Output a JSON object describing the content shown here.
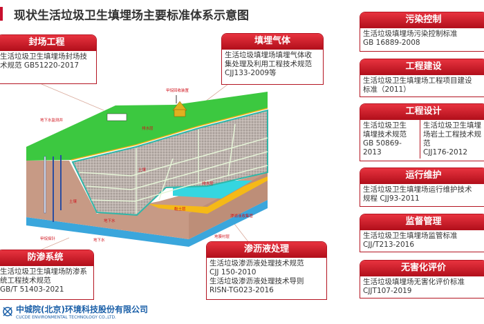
{
  "title": "现状生活垃圾卫生填埋场主要标准体系示意图",
  "accent": "#c8102e",
  "cards": {
    "closure": {
      "title": "封场工程",
      "body": "生活垃圾卫生填埋场封场技\n术规范 GB51220-2017"
    },
    "gas": {
      "title": "填埋气体",
      "body": "生活垃圾填埋场填埋气体收\n集处理及利用工程技术规范\nCJJ133-2009等"
    },
    "pollution": {
      "title": "污染控制",
      "body": "生活垃圾填埋场污染控制标准\nGB 16889-2008"
    },
    "construction": {
      "title": "工程建设",
      "body": "生活垃圾卫生填埋场工程项目建设\n标准（2011）"
    },
    "design": {
      "title": "工程设计",
      "body_left": "生活垃圾卫生\n填埋技术规范\nGB 50869-\n2013",
      "body_right": "生活垃圾卫生填埋\n场岩土工程技术规\n范\nCJJ176-2012"
    },
    "operation": {
      "title": "运行维护",
      "body": "生活垃圾卫生填埋场运行维护技术\n规程 CJJ93-2011"
    },
    "supervision": {
      "title": "监督管理",
      "body": "生活垃圾卫生填埋场监管标准\nCJJ/T213-2016"
    },
    "harmless": {
      "title": "无害化评价",
      "body": "生活垃圾填埋场无害化评价标准\nCJJT107-2019"
    },
    "seepage": {
      "title": "防渗系统",
      "body": "生活垃圾卫生填埋场防渗系\n统工程技术规范\nGB/T 51403-2021"
    },
    "leachate": {
      "title": "渗沥液处理",
      "body": "生活垃圾渗沥液处理技术规范\nCJJ 150-2010\n生活垃圾渗沥液处理技术导则\nRISN-TG023-2016"
    }
  },
  "diagram_labels": {
    "methane_device": "甲烷回收装置",
    "drain": "排水层",
    "drain2": "排水层",
    "soil": "土壤",
    "soil2": "土壤",
    "clay": "黏土层",
    "groundwater": "地下水",
    "groundwater2": "地下水",
    "probe": "甲烷探针",
    "well": "地下水监测井",
    "pipe": "渗滤液收集管",
    "liner": "地膜衬层"
  },
  "logo": {
    "cn": "中城院(北京)环境科技股份有限公司",
    "en": "CUCDE ENVIRONMENTAL TECHNOLOGY CO.,LTD."
  }
}
